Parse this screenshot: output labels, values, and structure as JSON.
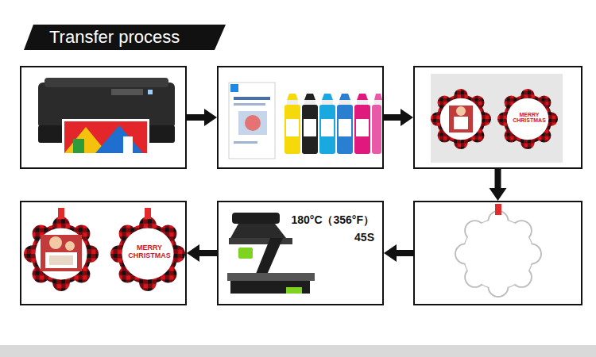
{
  "diagram": {
    "title": "Transfer process",
    "nodes": [
      {
        "text": []
      },
      {
        "text": []
      },
      {
        "text": [
          "MERRY CHRISTMAS"
        ]
      },
      {
        "text": []
      },
      {
        "text": [
          "180°C（356°F）",
          "45S"
        ]
      },
      {
        "text": [
          "MERRY CHRISTMAS"
        ]
      }
    ],
    "edges": [
      {
        "from": 0,
        "to": 1,
        "arrow": "to"
      },
      {
        "from": 1,
        "to": 2,
        "arrow": "to"
      },
      {
        "from": 2,
        "to": 3,
        "arrow": "to"
      },
      {
        "from": 3,
        "to": 4,
        "arrow": "to"
      },
      {
        "from": 4,
        "to": 5,
        "arrow": "to"
      }
    ]
  }
}
